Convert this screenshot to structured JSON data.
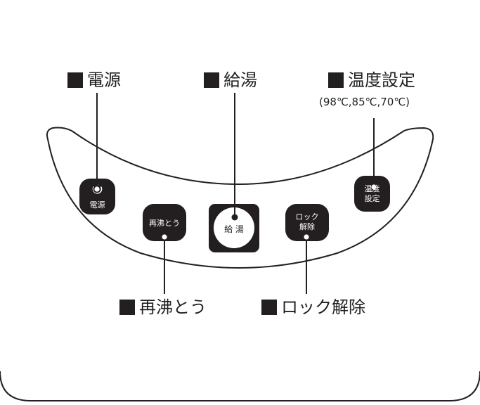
{
  "colors": {
    "ink": "#231f20",
    "panel_stroke": "#231f20",
    "background": "#ffffff"
  },
  "callouts": {
    "power": "電源",
    "hot_water": "給湯",
    "temperature": "温度設定",
    "temperature_values": "(98℃,85℃,70℃)",
    "reboil": "再沸とう",
    "unlock": "ロック解除"
  },
  "buttons": {
    "power": {
      "icon": "power-icon",
      "label": "電源"
    },
    "reboil": {
      "label": "再沸とう"
    },
    "hot_water": {
      "label": "給 湯"
    },
    "unlock": {
      "line1": "ロック",
      "line2": "解除"
    },
    "temperature": {
      "line1": "温度",
      "line2": "設定"
    }
  }
}
